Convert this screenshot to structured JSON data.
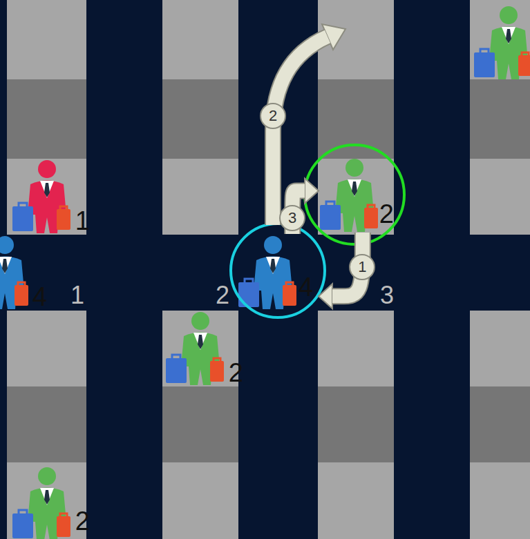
{
  "diagram": {
    "nodes": [
      {
        "text": [
          "1"
        ]
      },
      {
        "text": [
          "2"
        ]
      },
      {
        "text": [
          "4"
        ]
      },
      {
        "text": [
          "4"
        ]
      },
      {
        "text": [
          "2"
        ]
      },
      {
        "text": [
          "2"
        ]
      }
    ],
    "edges": [
      {
        "from": 1,
        "to": 3,
        "arrow": "to",
        "label": "1"
      },
      {
        "from": 3,
        "to": 1,
        "arrow": "to",
        "label": "3"
      }
    ],
    "labels": [
      "2",
      "1",
      "2",
      "3"
    ]
  }
}
